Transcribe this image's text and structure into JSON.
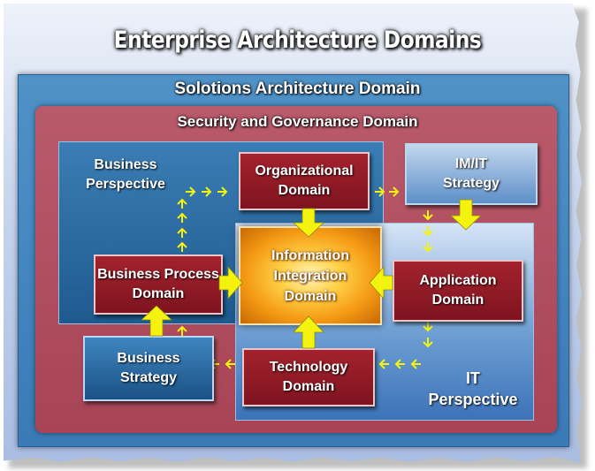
{
  "title": "Enterprise Architecture Domains",
  "solutions_domain": "Solotions Architecture Domain",
  "security_domain": "Security and Governance Domain",
  "business_perspective": "Business\nPerspective",
  "it_perspective": "IT\nPerspective",
  "boxes": {
    "organizational": "Organizational\nDomain",
    "imit_strategy": "IM/IT\nStrategy",
    "business_process": "Business Process\nDomain",
    "information_integration": "Information\nIntegration\nDomain",
    "application": "Application\nDomain",
    "business_strategy": "Business\nStrategy",
    "technology": "Technology\nDomain"
  },
  "colors": {
    "arrow_yellow": "#f3f30f",
    "domain_red": "#8e1a26",
    "security_red": "#b04e60",
    "solutions_blue": "#4585be",
    "info_orange": "#f59a14"
  }
}
